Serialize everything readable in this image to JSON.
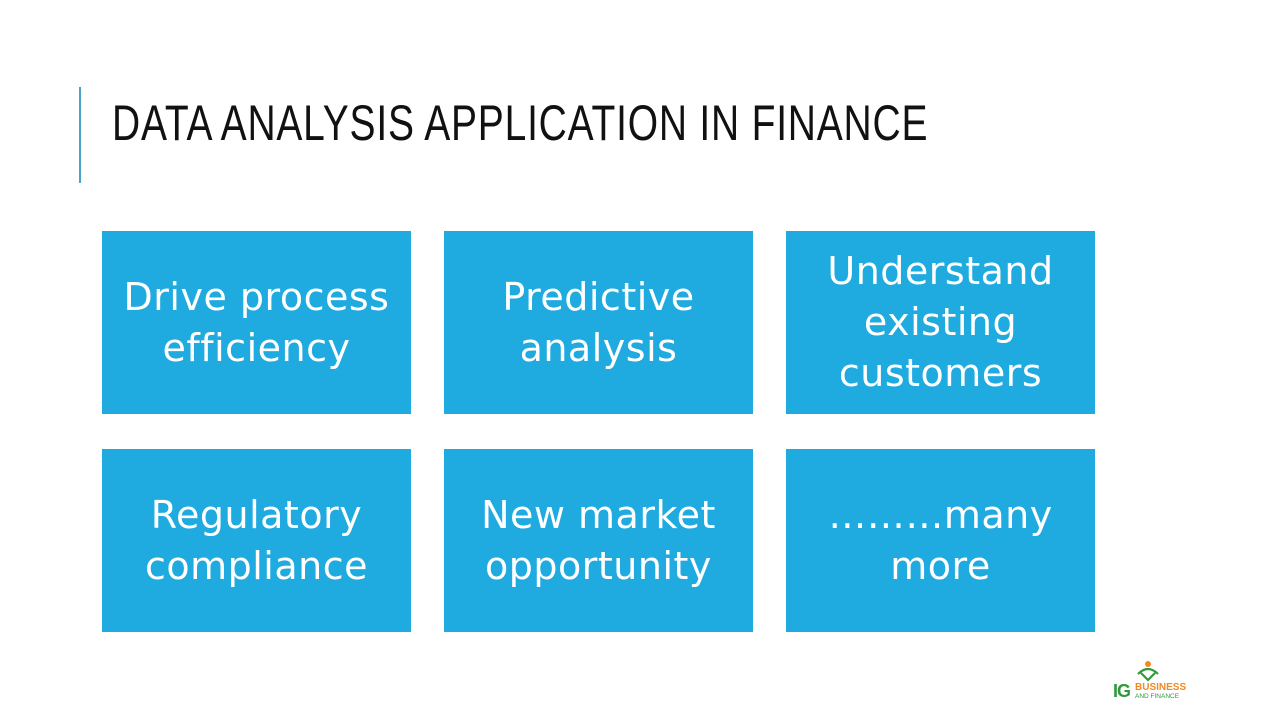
{
  "slide": {
    "title": "DATA ANALYSIS APPLICATION IN FINANCE",
    "accent_color": "#4aa3c7",
    "tile_color": "#1faae0",
    "tiles": [
      {
        "label": "Drive process\nefficiency"
      },
      {
        "label": "Predictive\nanalysis"
      },
      {
        "label": "Understand\nexisting\ncustomers"
      },
      {
        "label": "Regulatory\ncompliance"
      },
      {
        "label": "New market\nopportunity"
      },
      {
        "label": "………many\nmore"
      }
    ]
  },
  "logo": {
    "mark": "IG",
    "line1": "BUSINESS",
    "line2": "AND FINANCE",
    "icon": "person-roof-icon"
  }
}
